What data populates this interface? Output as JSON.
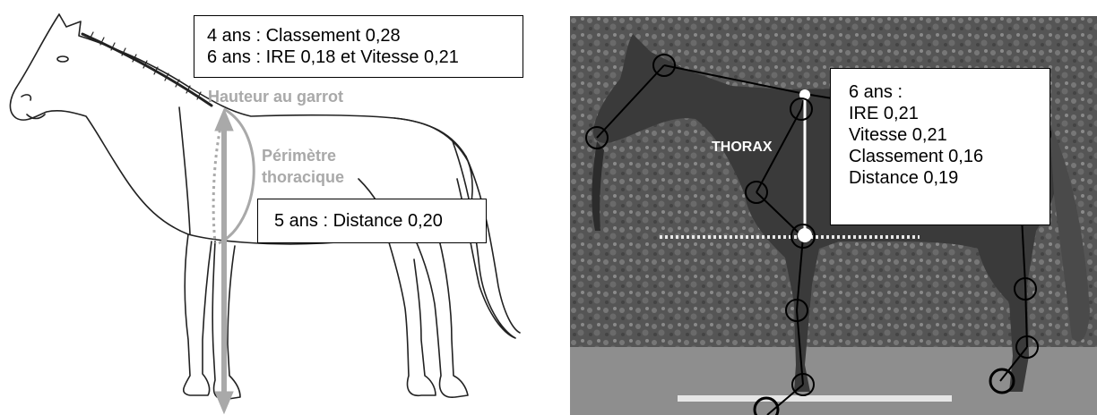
{
  "left": {
    "box_top": {
      "line1": "4 ans : Classement 0,28",
      "line2": "6 ans : IRE 0,18 et Vitesse 0,21"
    },
    "label_withers": "Hauteur au garrot",
    "label_chest_line1": "Périmètre",
    "label_chest_line2": "thoracique",
    "box_bottom": "5 ans : Distance 0,20"
  },
  "right": {
    "thorax_label": "THORAX",
    "box": {
      "line1": "6 ans :",
      "line2": "IRE 0,21",
      "line3": "Vitesse 0,21",
      "line4": "Classement 0,16",
      "line5": "Distance 0,19"
    }
  },
  "colors": {
    "measure_gray": "#a9a9a9",
    "photo_background": "#5a5a5a",
    "horse_body": "#3a3a3a"
  }
}
